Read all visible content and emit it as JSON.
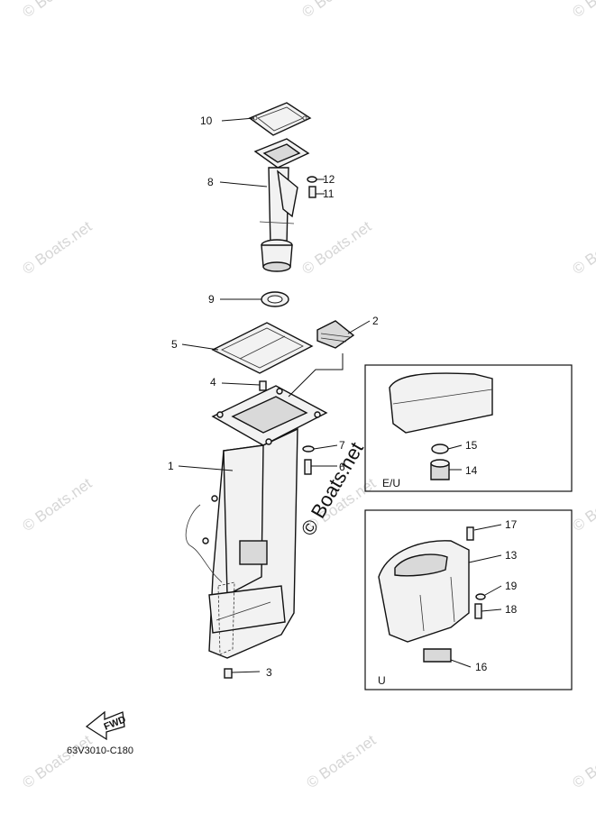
{
  "diagram": {
    "part_code": "63V3010-C180",
    "center_watermark": "© Boats.net",
    "watermarks": [
      "© Boats.net",
      "© Boats.net",
      "© Boats.net",
      "© Boats.net",
      "© Boats.net",
      "© Boats.net",
      "© Boats.net",
      "© Boats.net",
      "© Boats.net",
      "© Boats.net",
      "© Boats.net",
      "© Boats.net"
    ],
    "fwd_label": "FWD",
    "inset_top_label": "E/U",
    "inset_bottom_label": "U",
    "callouts": {
      "c1": "1",
      "c2": "2",
      "c3": "3",
      "c4": "4",
      "c5": "5",
      "c6": "6",
      "c7": "7",
      "c8": "8",
      "c9": "9",
      "c10": "10",
      "c11": "11",
      "c12": "12",
      "c13": "13",
      "c14": "14",
      "c15": "15",
      "c16": "16",
      "c17": "17",
      "c18": "18",
      "c19": "19"
    }
  }
}
